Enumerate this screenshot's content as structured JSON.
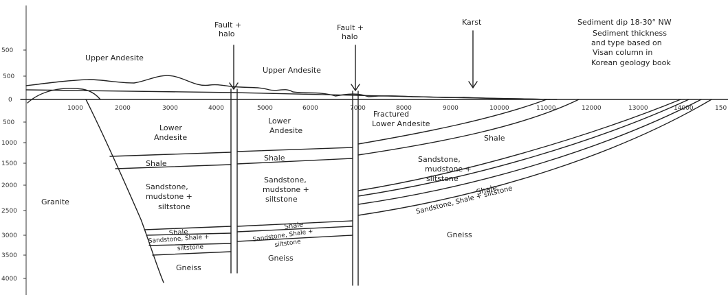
{
  "axes": {
    "y_ticks": [
      "500",
      "500",
      "0",
      "500",
      "1000",
      "1500",
      "2000",
      "2500",
      "3000",
      "3500",
      "4000"
    ],
    "x_ticks": [
      "1000",
      "2000",
      "3000",
      "4000",
      "5000",
      "6000",
      "7000",
      "8000",
      "9000",
      "10000",
      "11000",
      "12000",
      "13000",
      "14000",
      "150"
    ]
  },
  "annotations": {
    "fault1": [
      "Fault +",
      "halo"
    ],
    "fault2": [
      "Fault +",
      "halo"
    ],
    "karst": "Karst",
    "note": [
      "Sediment dip 18-30° NW",
      "Sediment thickness",
      "and type based on",
      "Visan column in",
      "Korean geology book"
    ]
  },
  "surface_labels": {
    "upper_andesite_1": "Upper Andesite",
    "upper_andesite_2": "Upper Andesite"
  },
  "units": {
    "granite": "Granite",
    "lower_andesite_1": [
      "Lower",
      "Andesite"
    ],
    "lower_andesite_2": [
      "Lower",
      "Andesite"
    ],
    "fractured": [
      "Fractured",
      "Lower Andesite"
    ],
    "shale_1": "Shale",
    "shale_2": "Shale",
    "shale_3": "Shale",
    "sms_1": [
      "Sandstone,",
      "mudstone +",
      "siltstone"
    ],
    "sms_2": [
      "Sandstone,",
      "mudstone +",
      "siltstone"
    ],
    "sms_3": [
      "Sandstone,",
      "mudstone +",
      "siltstone"
    ],
    "shale_4": "Shale",
    "sss_1": "Sandstone, Shale + siltstone",
    "shale_5": "Shale",
    "sss_2": [
      "Sandstone, Shale +",
      "siltstone"
    ],
    "shale_6": "Shale",
    "sss_3": [
      "Sandstone, Shale +",
      "siltstone"
    ],
    "gneiss_1": "Gneiss",
    "gneiss_2": "Gneiss",
    "gneiss_3": "Gneiss"
  }
}
